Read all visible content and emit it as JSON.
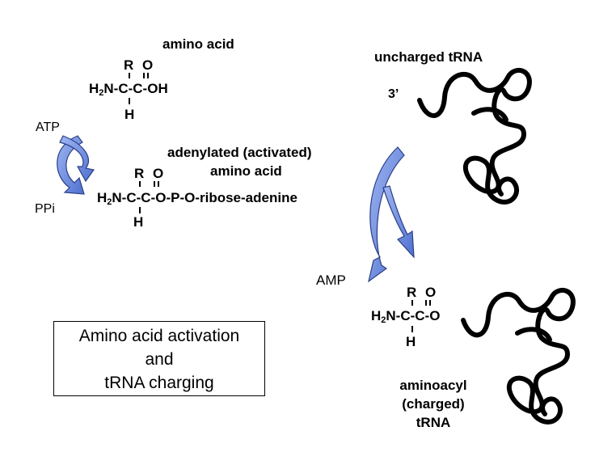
{
  "labels": {
    "amino_acid": "amino acid",
    "uncharged_trna": "uncharged tRNA",
    "three_prime": "3’",
    "atp": "ATP",
    "ppi": "PPi",
    "adenylated_line1": "adenylated (activated)",
    "adenylated_line2": "amino acid",
    "amp": "AMP",
    "aminoacyl_line1": "aminoacyl",
    "aminoacyl_line2": "(charged)",
    "aminoacyl_line3": "tRNA"
  },
  "formulas": {
    "amino_acid": {
      "top": "R O",
      "mid_a": "H",
      "sub": "2",
      "mid_b": "N-C-C-OH",
      "bottom": "H"
    },
    "adenylated": {
      "top": "R O",
      "mid_a": "H",
      "sub": "2",
      "mid_b": "N-C-C-O-P-O-ribose-adenine",
      "bottom": "H"
    },
    "aminoacyl": {
      "top": "R O",
      "mid_a": "H",
      "sub": "2",
      "mid_b": "N-C-C-O",
      "bottom": "H"
    }
  },
  "title_box": {
    "line1": "Amino acid activation",
    "line2": "and",
    "line3": "tRNA charging"
  },
  "colors": {
    "arrow_fill": "#6f8fe0",
    "arrow_dark": "#2a3f86",
    "trna_line": "#000000"
  }
}
